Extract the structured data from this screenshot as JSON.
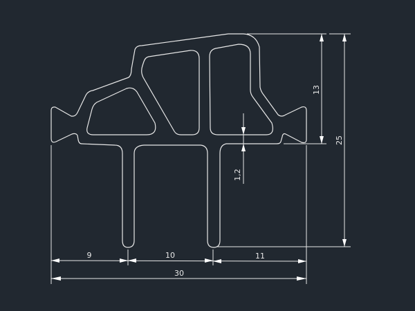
{
  "drawing": {
    "background_color": "#212830",
    "line_color": "#e8e8e8",
    "dimensions": {
      "height_upper": "13",
      "height_total": "25",
      "wall_thickness": "1,2",
      "bottom_left": "9",
      "bottom_middle": "10",
      "bottom_right": "11",
      "overall_width": "30"
    }
  }
}
